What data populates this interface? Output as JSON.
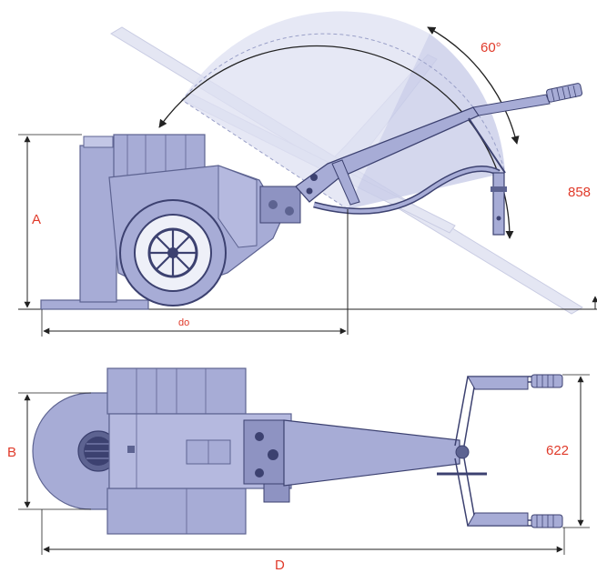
{
  "labels": {
    "angle": "60°",
    "height_right": "858",
    "dim_a": "A",
    "dim_do": "do",
    "dim_b": "B",
    "dim_622": "622",
    "dim_d": "D"
  },
  "colors": {
    "accent_text": "#e03a2a",
    "machine_fill": "#a7acd6",
    "machine_dark": "#5d6391",
    "ghost_fill": "#dfe2f2",
    "line": "#222222"
  }
}
